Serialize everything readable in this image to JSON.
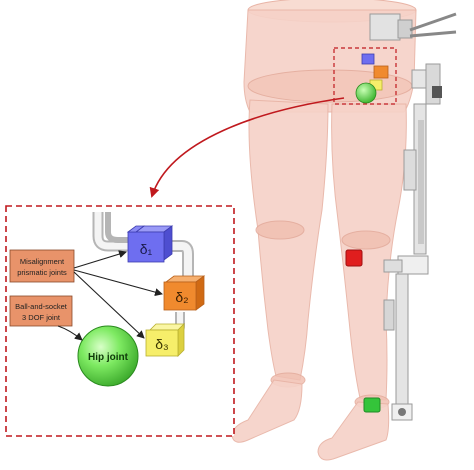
{
  "labels": {
    "misalignment": [
      "Misalignment",
      "prismatic joints"
    ],
    "ball_socket": [
      "Ball-and-socket",
      "3 DOF joint"
    ],
    "hip_joint": "Hip joint",
    "delta1": "δ₁",
    "delta2": "δ₂",
    "delta3": "δ₃"
  },
  "colors": {
    "leg_fill": "#f6d2c8",
    "leg_stroke": "#e8b4a6",
    "detail_border": "#c0191e",
    "label_fill": "#e8936a",
    "cube1": "#6e6ef0",
    "cube2": "#f08a2e",
    "cube3": "#f6ee6a",
    "hip_ball": "#6ee65a",
    "knee_joint": "#e01e1e",
    "ankle_joint": "#34c43a",
    "exo_frame": "#d9d9d9"
  }
}
